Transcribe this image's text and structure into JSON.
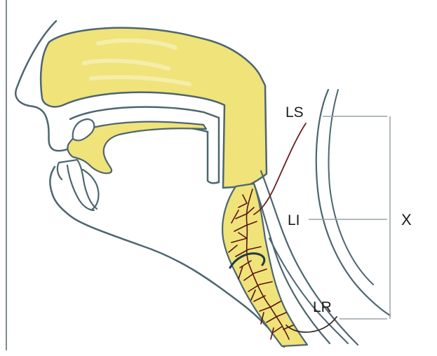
{
  "labels": {
    "ls": "LS",
    "li": "LI",
    "lr": "LR",
    "x": "X"
  },
  "colors": {
    "background": "#ffffff",
    "outline": "#4d6670",
    "fill": "#efe37a",
    "vessel": "#5a1414",
    "guide_line": "#9aa4a8"
  }
}
